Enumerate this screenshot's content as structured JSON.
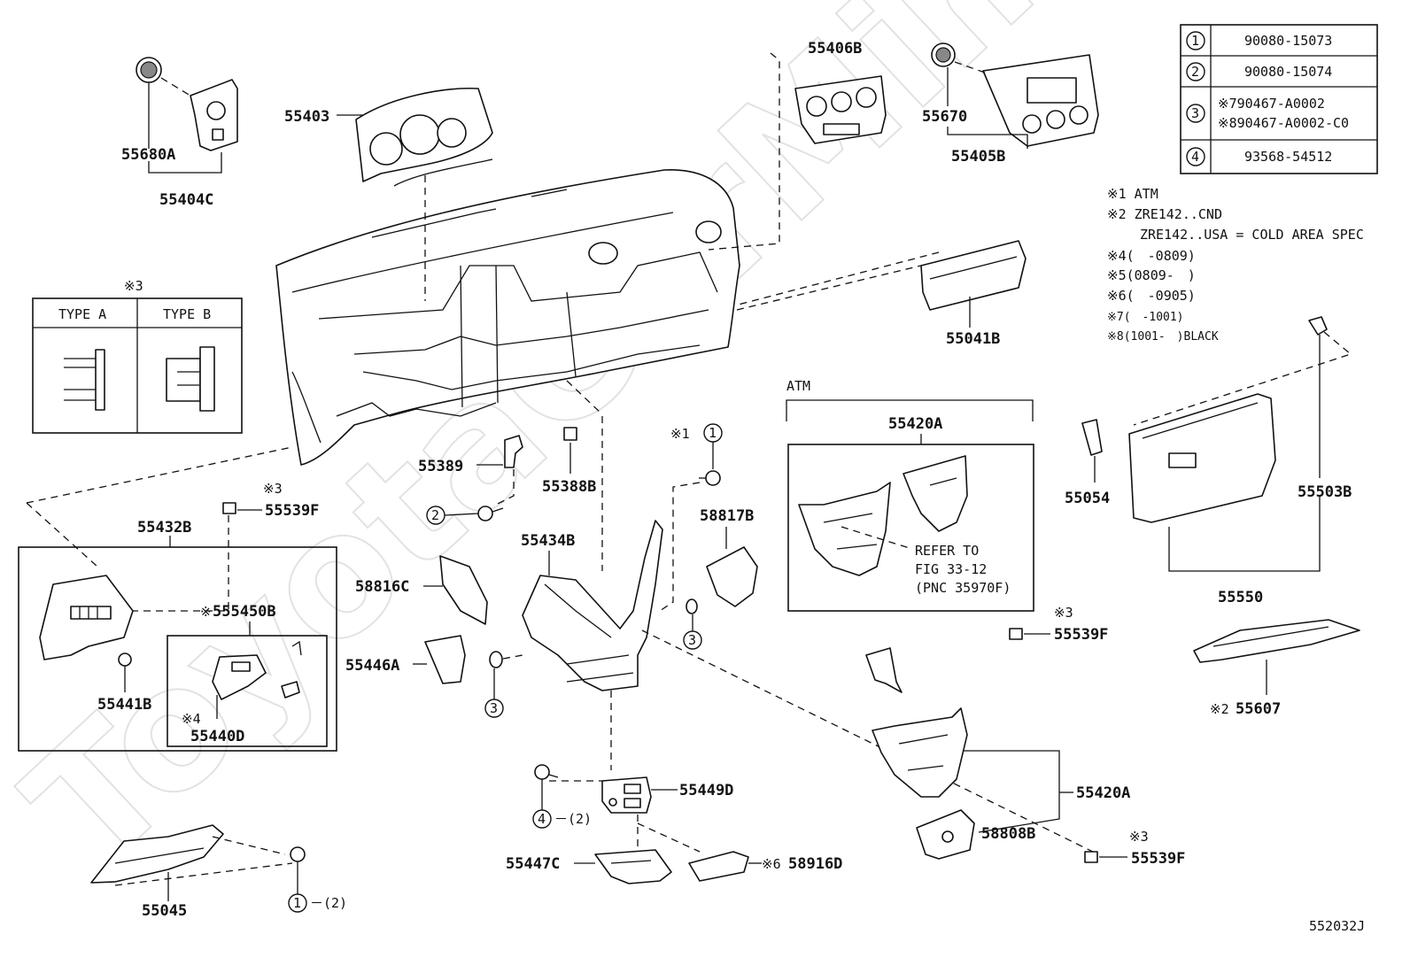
{
  "diagram": {
    "watermark": "ToyotaCarMine.n",
    "reference_id": "552032J",
    "parts": {
      "p55680A": "55680A",
      "p55404C": "55404C",
      "p55403": "55403",
      "p55406B": "55406B",
      "p55670": "55670",
      "p55405B": "55405B",
      "p55041B": "55041B",
      "p55389": "55389",
      "p55388B": "55388B",
      "p58817B": "58817B",
      "p55432B": "55432B",
      "p55539F_a": "55539F",
      "p55539F_b": "55539F",
      "p55539F_c": "55539F",
      "p55434B": "55434B",
      "p58816C": "58816C",
      "p55446A": "55446A",
      "p555450B": "555450B",
      "p55441B": "55441B",
      "p55440D": "55440D",
      "p55449D": "55449D",
      "p55447C": "55447C",
      "p58916D": "58916D",
      "p55045": "55045",
      "p55420A_a": "55420A",
      "p55420A_b": "55420A",
      "p58808B": "58808B",
      "p55054": "55054",
      "p55503B": "55503B",
      "p55550": "55550",
      "p55607": "55607"
    },
    "marks": {
      "m3_type": "※3",
      "m3_55539F_a": "※3",
      "m5_555450B": "※",
      "m4_55440D": "※4",
      "m6_58916D": "※6",
      "m1_bolt": "※1",
      "m3_55539F_b": "※3",
      "m3_55539F_c": "※3",
      "m2_55607": "※2"
    },
    "callouts": {
      "c1": "1",
      "c2": "2",
      "c3a": "3",
      "c3b": "3",
      "c4": "4",
      "c1b": "1",
      "q4": "－(2)",
      "q1": "－(2)"
    },
    "atm_label": "ATM",
    "refer": {
      "line1": "REFER TO",
      "line2": "FIG 33-12",
      "line3": "(PNC 35970F)"
    },
    "type_box": {
      "type_a": "TYPE A",
      "type_b": "TYPE B"
    }
  },
  "legend_table": {
    "rows": [
      {
        "num": "1",
        "code": "90080-15073"
      },
      {
        "num": "2",
        "code": "90080-15074"
      },
      {
        "num": "3",
        "code": "※790467-A0002",
        "code2": "※890467-A0002-C0"
      },
      {
        "num": "4",
        "code": "93568-54512"
      }
    ]
  },
  "notes": {
    "n1": "※1 ATM",
    "n2": "※2 ZRE142..CND",
    "n2b": "ZRE142..USA = COLD AREA SPEC",
    "n4": "※4(　-0809)",
    "n5": "※5(0809-　)",
    "n6": "※6(　-0905)",
    "n7": "※7(　-1001)",
    "n8": "※8(1001-　)BLACK"
  }
}
